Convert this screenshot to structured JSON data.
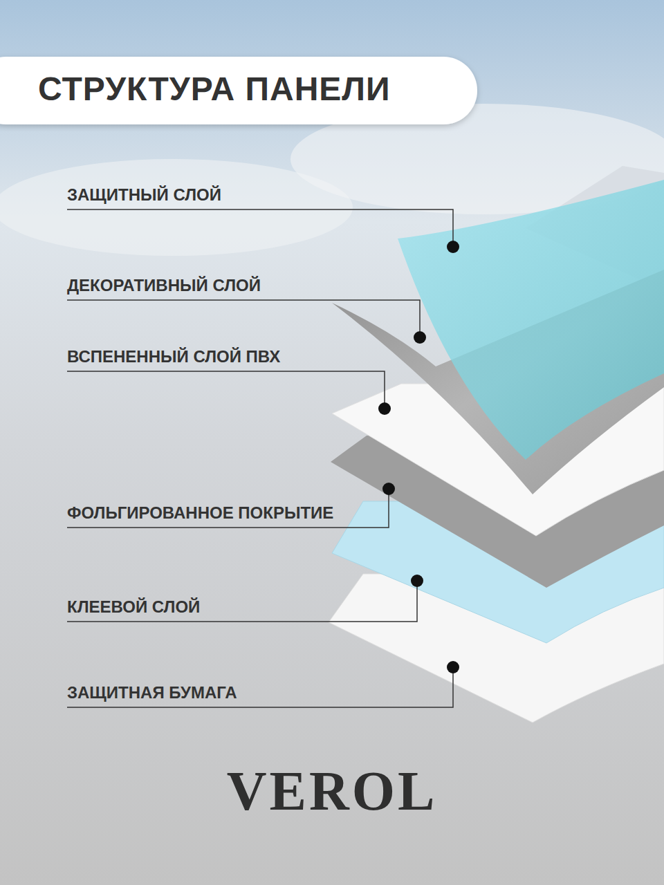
{
  "diagram": {
    "title": "СТРУКТУРА ПАНЕЛИ",
    "labels": [
      "ЗАЩИТНЫЙ СЛОЙ",
      "ДЕКОРАТИВНЫЙ СЛОЙ",
      "ВСПЕНЕННЫЙ СЛОЙ ПВХ",
      "ФОЛЬГИРОВАННОЕ ПОКРЫТИЕ",
      "КЛЕЕВОЙ СЛОЙ",
      "ЗАЩИТНАЯ БУМАГА",
      "VEROL"
    ]
  }
}
